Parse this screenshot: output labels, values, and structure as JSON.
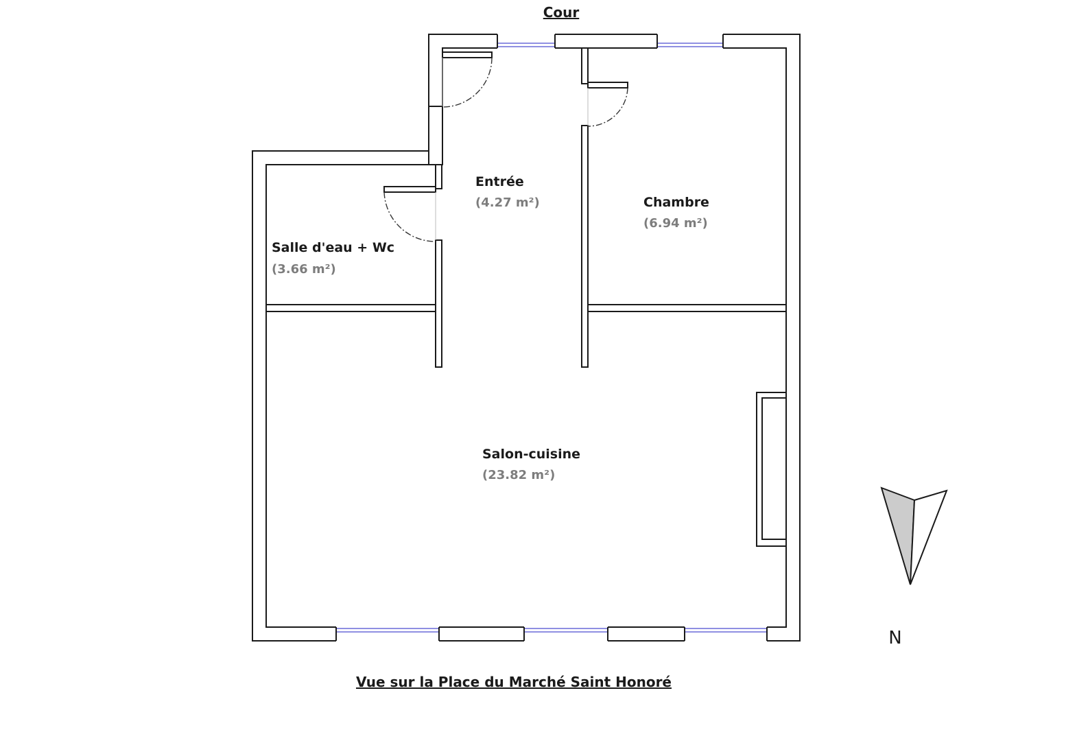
{
  "plan": {
    "top_label": "Cour",
    "bottom_label": "Vue sur la Place du Marché Saint Honoré",
    "compass": {
      "label": "N"
    },
    "rooms": {
      "entree": {
        "name": "Entrée",
        "area": "(4.27 m²)"
      },
      "chambre": {
        "name": "Chambre",
        "area": "(6.94 m²)"
      },
      "salle": {
        "name": "Salle d'eau + Wc",
        "area": "(3.66 m²)"
      },
      "salon": {
        "name": "Salon-cuisine",
        "area": "(23.82 m²)"
      }
    }
  },
  "colors": {
    "wall": "#1a1a1a",
    "window": "#6a6ad8",
    "compass_fill": "#cccccc",
    "area_text": "#7d7d7d"
  }
}
